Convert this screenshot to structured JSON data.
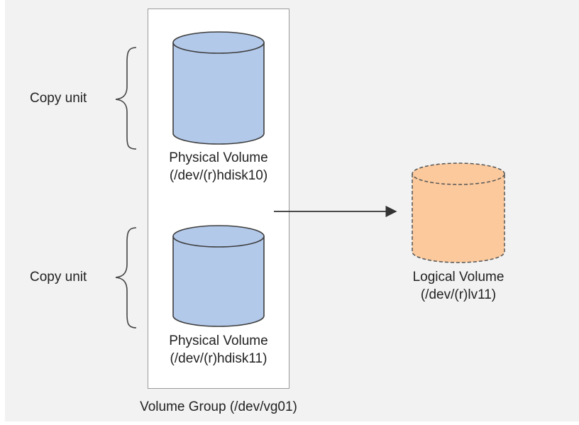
{
  "diagram": {
    "copy_unit_1": "Copy unit",
    "copy_unit_2": "Copy unit",
    "pv1": {
      "name": "Physical Volume",
      "path": "(/dev/(r)hdisk10)"
    },
    "pv2": {
      "name": "Physical Volume",
      "path": "(/dev/(r)hdisk11)"
    },
    "lv": {
      "name": "Logical Volume",
      "path": "(/dev/(r)lv11)"
    },
    "volume_group": "Volume Group (/dev/vg01)"
  },
  "colors": {
    "physical_fill": "#b3c9ea",
    "physical_stroke": "#3d3d3d",
    "logical_fill": "#fbc99c",
    "logical_stroke": "#555555",
    "panel_background": "#f2f2f2",
    "arrow": "#333333"
  }
}
